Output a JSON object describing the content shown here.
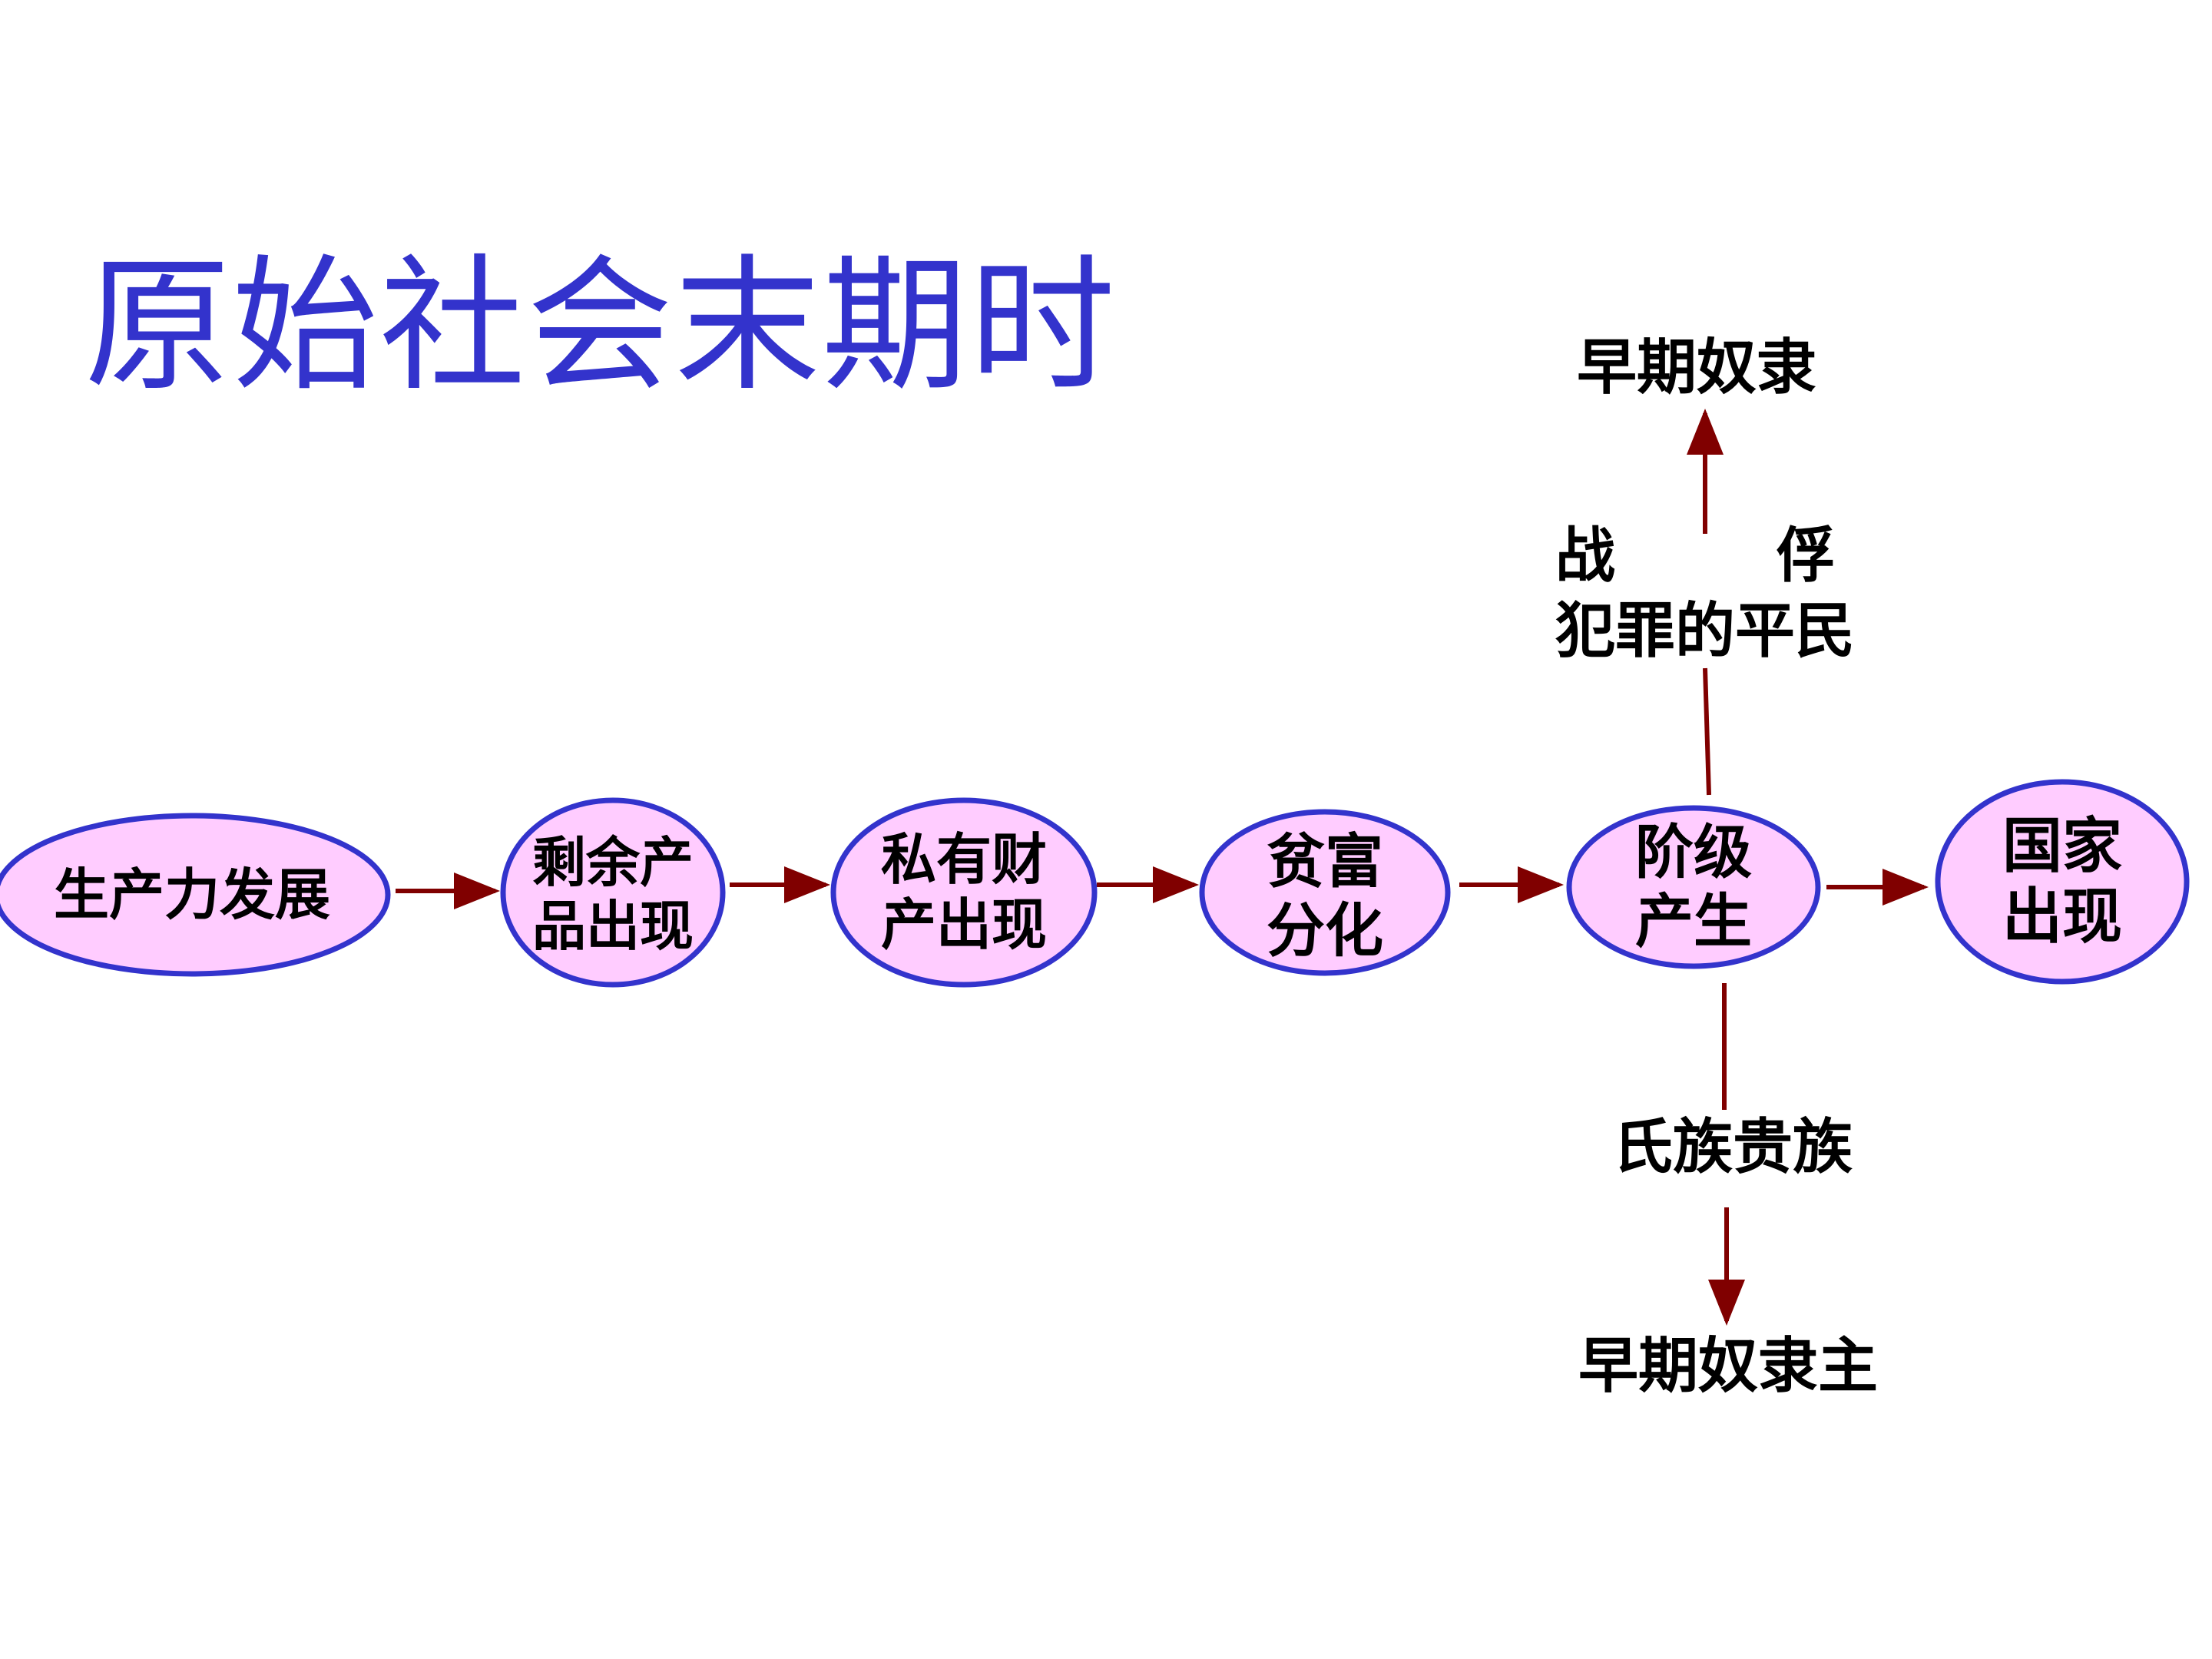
{
  "title": "原始社会末期时",
  "colors": {
    "title": "#3333cc",
    "node_fill": "#ffccff",
    "node_stroke": "#3333cc",
    "arrow": "#800000"
  },
  "nodes": {
    "productivity": "生产力发展",
    "surplus": {
      "line1": "剩余产",
      "line2": "品出现"
    },
    "private_property": {
      "line1": "私有财",
      "line2": "产出现"
    },
    "wealth_gap": {
      "line1": "贫富",
      "line2": "分化"
    },
    "classes": {
      "line1": "阶级",
      "line2": "产生"
    },
    "state": {
      "line1": "国家",
      "line2": "出现"
    }
  },
  "branches": {
    "up_source_line1_left": "战",
    "up_source_line1_right": "俘",
    "up_source_line2": "犯罪的平民",
    "up_result": "早期奴隶",
    "down_source": "氏族贵族",
    "down_result": "早期奴隶主"
  }
}
